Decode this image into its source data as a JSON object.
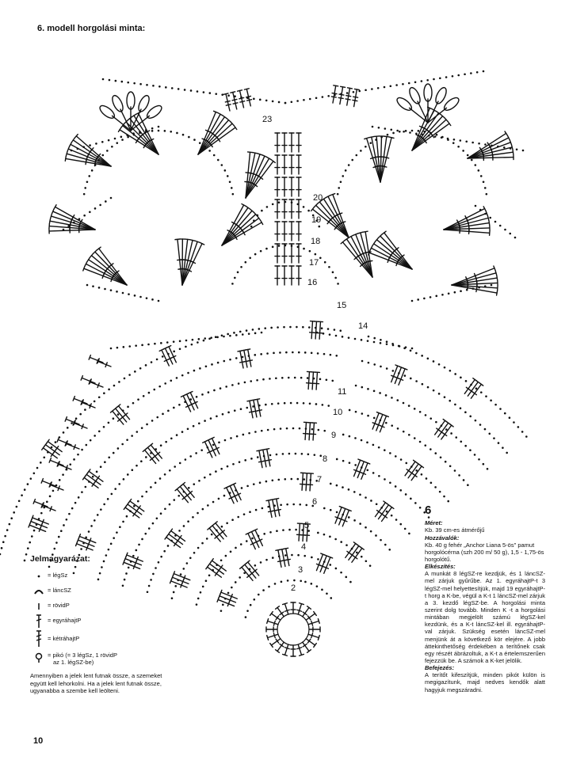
{
  "page": {
    "title": "6. modell horgolási minta:",
    "page_number": "10"
  },
  "diagram": {
    "round_numbers": [
      "2",
      "3",
      "4",
      "5",
      "6",
      "7",
      "8",
      "9",
      "10",
      "11",
      "14",
      "15",
      "16",
      "17",
      "18",
      "19",
      "20",
      "23"
    ]
  },
  "legend": {
    "title": "Jelmagyarázat:",
    "items": [
      {
        "symbol": "dot-icon",
        "label": "= légSz"
      },
      {
        "symbol": "arc-icon",
        "label": "= láncSZ"
      },
      {
        "symbol": "short-bar-icon",
        "label": "= rövidP"
      },
      {
        "symbol": "single-cross-icon",
        "label": "= egyráhajtP"
      },
      {
        "symbol": "double-cross-icon",
        "label": "= kétráhajtP"
      }
    ],
    "picot_line1": "= pikó (= 3 légSz, 1 rövidP",
    "picot_line2": "az 1. légSZ-be)",
    "note": "Amennyiben a jelek lent futnak össze, a szemeket együtt kell lehorkolni. Ha a jelek lent futnak össze, ugyanabba a szembe kell leölteni."
  },
  "info": {
    "number": "6",
    "size_heading": "Méret:",
    "size_text": "Kb. 39 cm-es átmérőjű",
    "materials_heading": "Hozzávalók:",
    "materials_text": "Kb. 40 g fehér „Anchor Liana 5-ös\" pamut horgolócérna (szh 200 m/ 50 g), 1,5 - 1,75-ös horgolótű.",
    "making_heading": "Elkészítés:",
    "making_text": "A munkát 8 légSZ-re kezdjük, és 1 láncSZ-mel zárjuk gyűrűbe. Az 1. egyráhajtP-t 3 légSZ-mel helyettesítjük, majd 19 egyráhajtP-t horg a K-be, végül a K-t 1 láncSZ-mel zárjuk a 3. kezdő légSZ-be. A horgolási minta szerint dolg tovább. Minden K -t a horgolási mintában megjelölt számú légSZ-kel kezdünk, és a K-t láncSZ-kel ill. egyráhajtP-val zárjuk. Szükség esetén láncSZ-mel menjünk át a következő kör elejére. A jobb áttekinthetőség érdekében a terítőnek csak egy részét ábrázoltuk, a K-t a értelemszerűen fejezzük be. A számok a K-ket jelölik.",
    "finish_heading": "Befejezés:",
    "finish_text": "A terítőt kifeszítjük, minden pikót külön is megigazítunk, majd nedves kendők alatt hagyjuk megszáradni."
  }
}
